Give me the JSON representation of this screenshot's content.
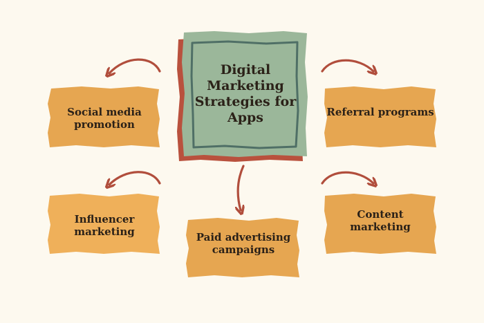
{
  "colors": {
    "background": "#fdf9ef",
    "box_fill": "#e6a651",
    "box_fill_light": "#efb05a",
    "center_fill": "#9bb79a",
    "center_shadow": "#b9513d",
    "center_border": "#4f6f66",
    "arrow": "#b14e3c",
    "text": "#2b2118"
  },
  "center": {
    "title": "Digital\nMarketing\nStrategies for\nApps"
  },
  "nodes": [
    {
      "id": "social",
      "label": "Social media\npromotion"
    },
    {
      "id": "referral",
      "label": "Referral programs"
    },
    {
      "id": "influencer",
      "label": "Influencer\nmarketing"
    },
    {
      "id": "paid",
      "label": "Paid advertising\ncampaigns"
    },
    {
      "id": "content",
      "label": "Content marketing"
    }
  ]
}
